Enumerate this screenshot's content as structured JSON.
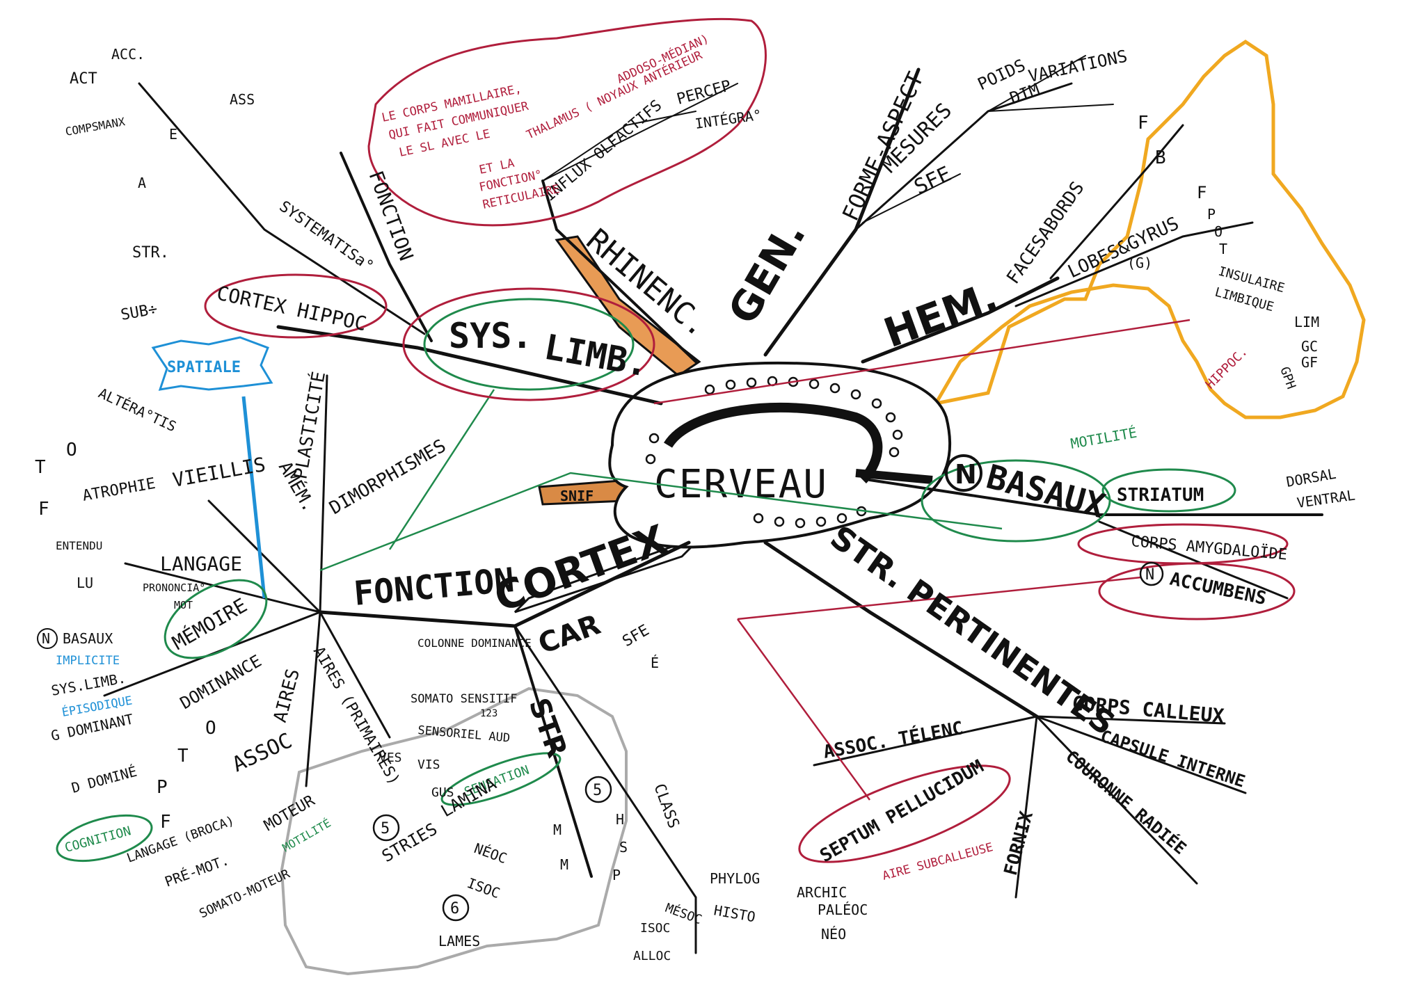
{
  "center": "CERVEAU",
  "main_branches": {
    "gen": "GEN.",
    "hem": "HEM.",
    "sys": "SYS.",
    "limb": "LIMB.",
    "rhinenc": "RHINENC.",
    "n_basaux": "BASAUX",
    "str_pertinentes": "STR. PERTINENTES",
    "fonction": "FONCTION",
    "cortex": "CORTEX",
    "car": "CAR",
    "str": "STR"
  },
  "gen": {
    "forme_aspect": "FORME-ASPECT",
    "mesures": "MESURES",
    "poids": "POIDS",
    "dim": "DIM",
    "variations": "VARIATIONS",
    "sfe": "SFE"
  },
  "hem": {
    "faces_abords": "FACESABORDS",
    "lobes_gyrus": "LOBES&GYRUS",
    "g": "(G)",
    "f1": "F",
    "b": "B",
    "f2": "F",
    "p": "P",
    "o": "O",
    "t": "T",
    "insulaire": "INSULAIRE",
    "limbique": "LIMBIQUE",
    "lim": "LIM",
    "gc": "GC",
    "gf": "GF",
    "hippoc": "HIPPOC.",
    "gph": "GPH"
  },
  "rhinenc_sub": {
    "influx": "INFLUX OLFACTIFS",
    "percep": "PERCEP",
    "integra": "INTÉGRA°"
  },
  "sys_limb_sub": {
    "fonction": "FONCTION",
    "systematisation": "SYSTEMATISa°",
    "cortex_hippoc": "CORTEX HIPPOC",
    "str": "STR.",
    "sub": "SUB÷",
    "acc": "ACC.",
    "act": "ACT",
    "compsmanx": "COMPSMANX",
    "ass": "ASS",
    "e_arrow": "E",
    "a_arrow": "A"
  },
  "note_red": [
    "LE CORPS MAMILLAIRE,",
    "QUI FAIT COMMUNIQUER",
    "LE SL AVEC LE",
    "THALAMUS ( NOYAUX ANTÉRIEUR",
    "ET LA",
    "ADDOSO-MÉDIAN)",
    "FONCTION°",
    "RETICULAIRE"
  ],
  "snif": "SNIF",
  "n_basaux_sub": {
    "motilite": "MOTILITÉ",
    "striatum": "STRIATUM",
    "dorsal": "DORSAL",
    "ventral": "VENTRAL",
    "amygdaloide": "CORPS AMYGDALOÏDE",
    "accumbens": "ACCUMBENS"
  },
  "str_pert_sub": {
    "corps_calleux": "CORPS CALLEUX",
    "capsule_interne": "CAPSULE INTERNE",
    "couronne_radiee": "COURONNE RADIÉE",
    "fornix": "FORNIX",
    "assoc_telenc": "ASSOC. TÉLENC",
    "septum": "SEPTUM PELLUCIDUM",
    "aire_subcalleuse": "AIRE SUBCALLEUSE"
  },
  "fonction_sub": {
    "plasticite": "PLASTICITÉ",
    "amem": "AMÉM.",
    "vieillissement": "VIEILLIS",
    "dimorphismes": "DIMORPHISMES",
    "alteratis": "ALTÉRA°TIS",
    "atrophie": "ATROPHIE",
    "t": "T",
    "o": "O",
    "f": "F",
    "spatiale": "SPATIALE",
    "langage": "LANGAGE",
    "entendu": "ENTENDU",
    "lu": "LU",
    "prononcia": "PRONONCIA°",
    "mot": "MOT",
    "memoire": "MÉMOIRE",
    "n_basaux": "BASAUX",
    "implicite": "IMPLICITE",
    "sys_limb": "SYS.LIMB.",
    "episodique": "ÉPISODIQUE",
    "dominance": "DOMINANCE",
    "g_dominant": "G DOMINANT",
    "d_domine": "D DOMINÉ",
    "aires": "AIRES",
    "assoc": "ASSOC",
    "t2": "T",
    "o2": "O",
    "p": "P",
    "f2": "F",
    "cognition": "COGNITION",
    "aires_primaires": "AIRES (PRIMAIRES)",
    "colonne_dominance": "COLONNE DOMINANCE",
    "somato_sensitif": "SOMATO SENSITIF",
    "n123": "123",
    "sensoriel": "SENSORIEL AUD",
    "vis": "VIS",
    "gus": "GUS",
    "ves": "VES",
    "sensation": "SENSATION",
    "moteur": "MOTEUR",
    "motilite": "MOTILITÉ",
    "langage_broca": "LANGAGE (BROCA)",
    "premot": "PRÉ-MOT.",
    "somato_moteur": "SOMATO-MOTEUR"
  },
  "cortex_sub": {
    "car": "CAR",
    "sfe": "SFE",
    "e": "É",
    "str": "STR",
    "lamina": "LAMINA",
    "stries": "STRIES",
    "five": "5",
    "six": "6",
    "h": "H",
    "m": "M",
    "s": "S",
    "p": "P",
    "neoc": "NÉOC",
    "isoc": "ISOC",
    "lames": "LAMES",
    "class": "CLASS",
    "phylog": "PHYLOG",
    "archic": "ARCHIC",
    "paleoc": "PALÉOC",
    "neo": "NÉO",
    "histo": "HISTO",
    "mesoc": "MÉSOC",
    "isoc2": "ISOC",
    "alloc": "ALLOC"
  }
}
